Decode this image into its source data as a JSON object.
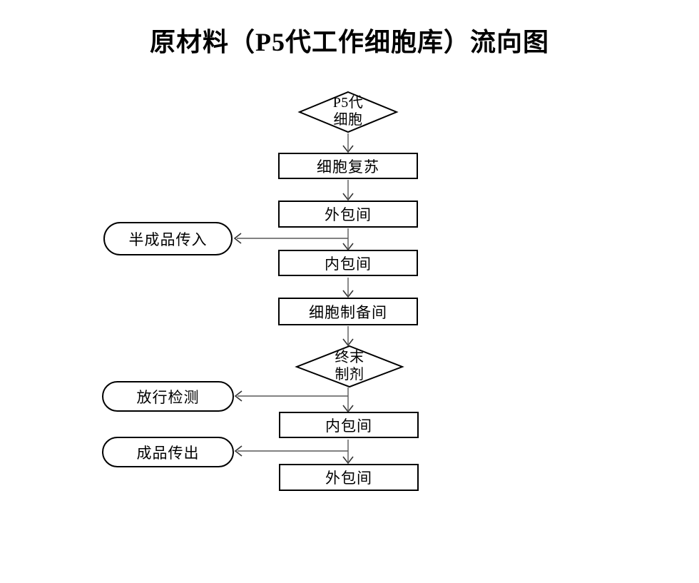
{
  "title": "原材料（P5代工作细胞库）流向图",
  "flowchart": {
    "nodes": {
      "p5_cells": {
        "label": "P5代\n细胞",
        "type": "decision"
      },
      "cell_resuscitation": {
        "label": "细胞复苏",
        "type": "process"
      },
      "outer_packaging_1": {
        "label": "外包间",
        "type": "process"
      },
      "semi_product_in": {
        "label": "半成品传入",
        "type": "terminator"
      },
      "inner_packaging_1": {
        "label": "内包间",
        "type": "process"
      },
      "cell_prep_room": {
        "label": "细胞制备间",
        "type": "process"
      },
      "final_formulation": {
        "label": "终末\n制剂",
        "type": "decision"
      },
      "release_testing": {
        "label": "放行检测",
        "type": "terminator"
      },
      "inner_packaging_2": {
        "label": "内包间",
        "type": "process"
      },
      "product_out": {
        "label": "成品传出",
        "type": "terminator"
      },
      "outer_packaging_2": {
        "label": "外包间",
        "type": "process"
      }
    },
    "edges": [
      {
        "from": "p5_cells",
        "to": "cell_resuscitation",
        "direction": "down"
      },
      {
        "from": "cell_resuscitation",
        "to": "outer_packaging_1",
        "direction": "down"
      },
      {
        "from": "outer_packaging_1",
        "to": "inner_packaging_1",
        "direction": "down"
      },
      {
        "from": "outer_packaging_1_connector",
        "to": "semi_product_in",
        "direction": "left"
      },
      {
        "from": "inner_packaging_1",
        "to": "cell_prep_room",
        "direction": "down"
      },
      {
        "from": "cell_prep_room",
        "to": "final_formulation",
        "direction": "down"
      },
      {
        "from": "final_formulation",
        "to": "inner_packaging_2",
        "direction": "down"
      },
      {
        "from": "final_formulation_connector",
        "to": "release_testing",
        "direction": "left"
      },
      {
        "from": "inner_packaging_2",
        "to": "outer_packaging_2",
        "direction": "down"
      },
      {
        "from": "inner_packaging_2_connector",
        "to": "product_out",
        "direction": "left"
      }
    ],
    "colors": {
      "shape_outline": "#000000",
      "connector": "#595959",
      "text": "#000000",
      "background": "#ffffff"
    }
  }
}
